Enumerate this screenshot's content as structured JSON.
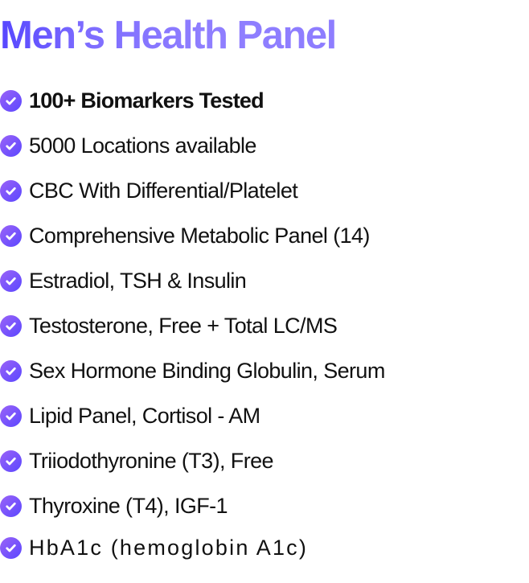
{
  "title": "Men’s Health Panel",
  "items": [
    {
      "label": "100+ Biomarkers Tested",
      "icon": "check-circle-icon"
    },
    {
      "label": "5000 Locations available",
      "icon": "check-circle-icon"
    },
    {
      "label": "CBC With Differential/Platelet",
      "icon": "check-circle-icon"
    },
    {
      "label": "Comprehensive Metabolic Panel (14)",
      "icon": "check-circle-icon"
    },
    {
      "label": "Estradiol, TSH & Insulin",
      "icon": "check-circle-icon"
    },
    {
      "label": "Testosterone, Free + Total LC/MS",
      "icon": "check-circle-icon"
    },
    {
      "label": "Sex Hormone Binding Globulin, Serum",
      "icon": "check-circle-icon"
    },
    {
      "label": "Lipid Panel, Cortisol - AM",
      "icon": "check-circle-icon"
    },
    {
      "label": "Triiodothyronine (T3), Free",
      "icon": "check-circle-icon"
    },
    {
      "label": "Thyroxine (T4), IGF-1",
      "icon": "check-circle-icon"
    },
    {
      "label": "HbA1c (hemoglobin A1c)",
      "icon": "check-circle-icon"
    }
  ],
  "colors": {
    "accent_start": "#5646ff",
    "accent_end": "#8f7eff",
    "text": "#111111"
  }
}
